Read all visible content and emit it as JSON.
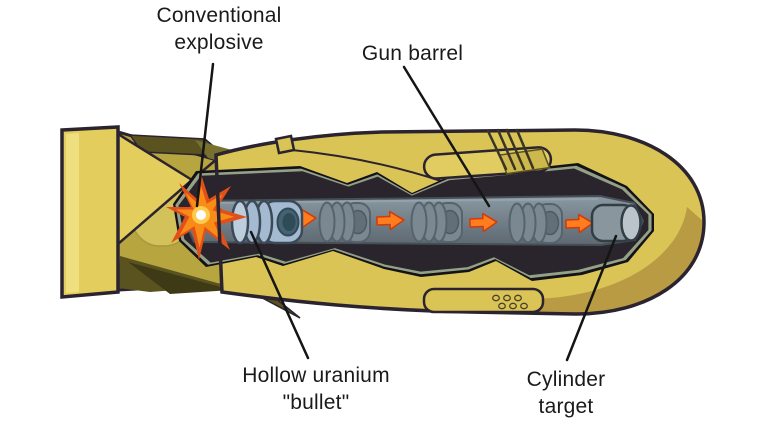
{
  "labels": {
    "conventional_explosive": "Conventional\nexplosive",
    "gun_barrel": "Gun barrel",
    "hollow_uranium_bullet": "Hollow uranium\n\"bullet\"",
    "cylinder_target": "Cylinder\ntarget"
  },
  "colors": {
    "background": "#ffffff",
    "label_text": "#1a1a1a",
    "leader_line": "#151515",
    "outline": "#2b2430",
    "body_yellow": "#d9c455",
    "nose_shade": "#b89b43",
    "tail_front": "#e3cd5c",
    "tail_front_highlight": "#efdf7e",
    "tail_mid": "#b7a53f",
    "tail_olive": "#77702e",
    "tail_cone_light": "#d3c159",
    "tail_dark": "#5a521f",
    "tail_darker": "#3f3a16",
    "cutaway_outline": "#141118",
    "cutaway_edge_highlight": "#93a186",
    "cutaway_frame": "#2a242c",
    "barrel_light": "#8a99a3",
    "barrel_dark": "#5d6870",
    "barrel_stroke": "#454f56",
    "barrel_highlight": "#9aa8b1",
    "bullet_fill": "#a3bad1",
    "bullet_ring_light": "#bccddd",
    "bullet_stroke": "#3c4a58",
    "bullet_hole": "#456274",
    "bullet_hole_dark": "#2f4b58",
    "ghost_fill": "#798891",
    "ghost_stroke": "#57636c",
    "ghost_hole": "#636f77",
    "arrow_fill": "#ff7d1f",
    "arrow_stroke": "#cf3c08",
    "explosion_outer": "#e2501a",
    "explosion_inner": "#f88c16",
    "explosion_glow": "#ffc94d",
    "explosion_core": "#ffffff",
    "target_fill": "#8a969e",
    "target_cap": "#bac4c9",
    "target_stroke": "#323d44",
    "plate_fill": "#e0cc60",
    "plate_inner": "#cdb84e",
    "antenna": "#3a3426"
  }
}
